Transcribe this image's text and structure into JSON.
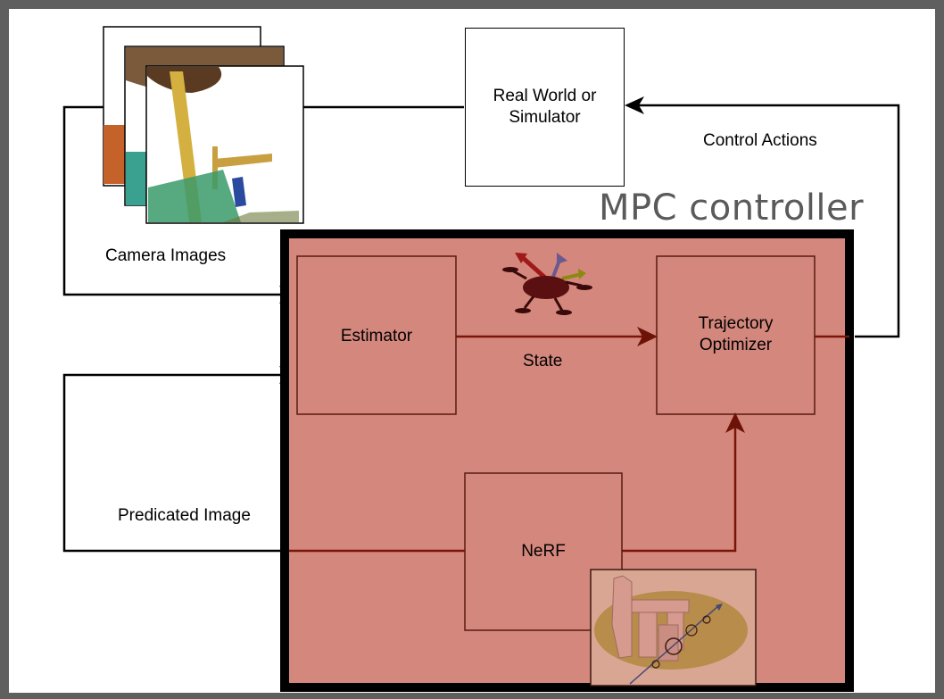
{
  "nodes": {
    "real_world": "Real World or\nSimulator",
    "estimator": "Estimator",
    "trajectory_optimizer": "Trajectory\nOptimizer",
    "nerf": "NeRF"
  },
  "group": {
    "mpc_title": "MPC controller"
  },
  "edges": {
    "camera_images": "Camera Images",
    "control_actions": "Control Actions",
    "state": "State",
    "predicated_image": "Predicated Image"
  },
  "colors": {
    "mpc_fill": "#d4877c",
    "mpc_border": "#000000",
    "arrow_inside": "#7a1508",
    "arrow_outside": "#000000",
    "frame": "#5f5f5f"
  },
  "icons": [
    "camera-image-stack",
    "quadrotor-drone-icon",
    "stonehenge-scene-thumbnail"
  ]
}
